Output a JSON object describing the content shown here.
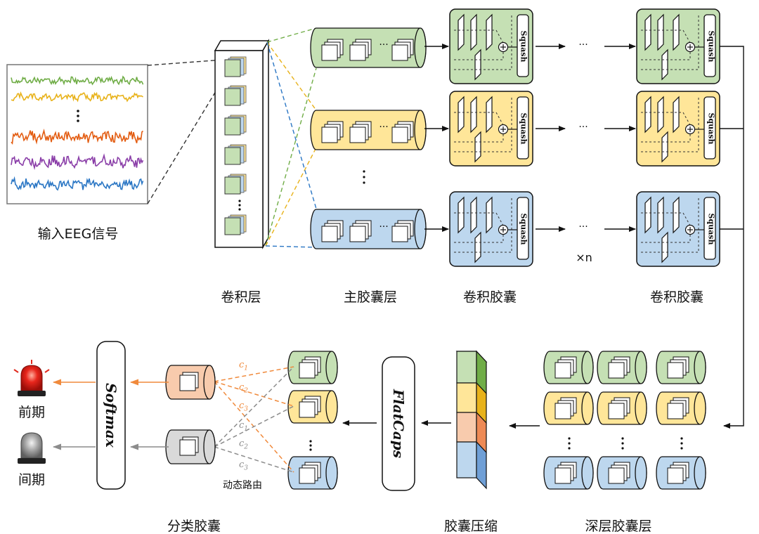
{
  "labels": {
    "input": "输入EEG信号",
    "conv_layer": "卷积层",
    "primary_caps": "主胶囊层",
    "conv_caps_1": "卷积胶囊",
    "conv_caps_2": "卷积胶囊",
    "times_n": "×n",
    "deep_caps": "深层胶囊层",
    "caps_compress": "胶囊压缩",
    "class_caps": "分类胶囊",
    "dynamic_routing": "动态路由",
    "softmax": "Softmax",
    "flatcaps": "FlatCaps",
    "squash": "Squash",
    "ellipsis_h": "···",
    "output_preictal": "前期",
    "output_interictal": "间期",
    "coef_c1": "c",
    "coef_c2": "c",
    "coef_c3": "c",
    "sub_1": "1",
    "sub_2": "2",
    "sub_3": "3"
  },
  "colors": {
    "green": "#c5e0b4",
    "yellow": "#ffe699",
    "blue": "#bdd7ee",
    "orange": "#f8cbad",
    "gray": "#d9d9d9",
    "arrow_orange": "#f08a3c",
    "arrow_gray": "#8c8c8c"
  }
}
